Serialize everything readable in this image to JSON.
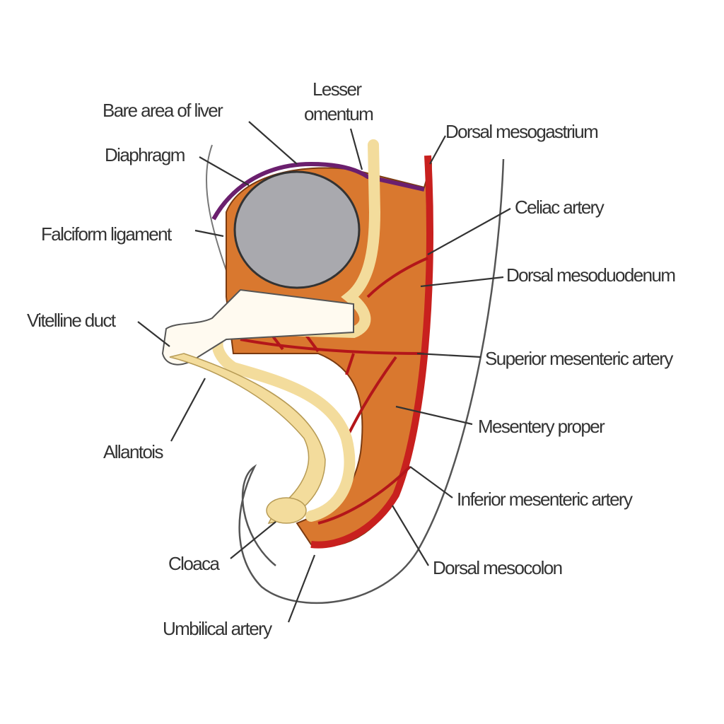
{
  "title": "Dorsal mesentery and its derivatives in the embryo",
  "colors": {
    "mesentery": "#d9782f",
    "artery": "#c8201e",
    "gut": "#f3dc9c",
    "liver": "#a9a9ae",
    "diaphragm": "#6b1f6e",
    "outline": "#555555"
  },
  "labels": {
    "lesser_omentum_1": "Lesser",
    "lesser_omentum_2": "omentum",
    "bare_area_of_liver": "Bare area of liver",
    "diaphragm": "Diaphragm",
    "dorsal_mesogastrium": "Dorsal mesogastrium",
    "celiac_artery": "Celiac artery",
    "falciform_ligament": "Falciform ligament",
    "dorsal_mesoduodenum": "Dorsal mesoduodenum",
    "vitelline_duct": "Vitelline duct",
    "superior_mesenteric_artery": "Superior mesenteric artery",
    "mesentery_proper": "Mesentery proper",
    "allantois": "Allantois",
    "inferior_mesenteric_artery": "Inferior mesenteric artery",
    "cloaca": "Cloaca",
    "dorsal_mesocolon": "Dorsal mesocolon",
    "umbilical_artery": "Umbilical artery"
  }
}
